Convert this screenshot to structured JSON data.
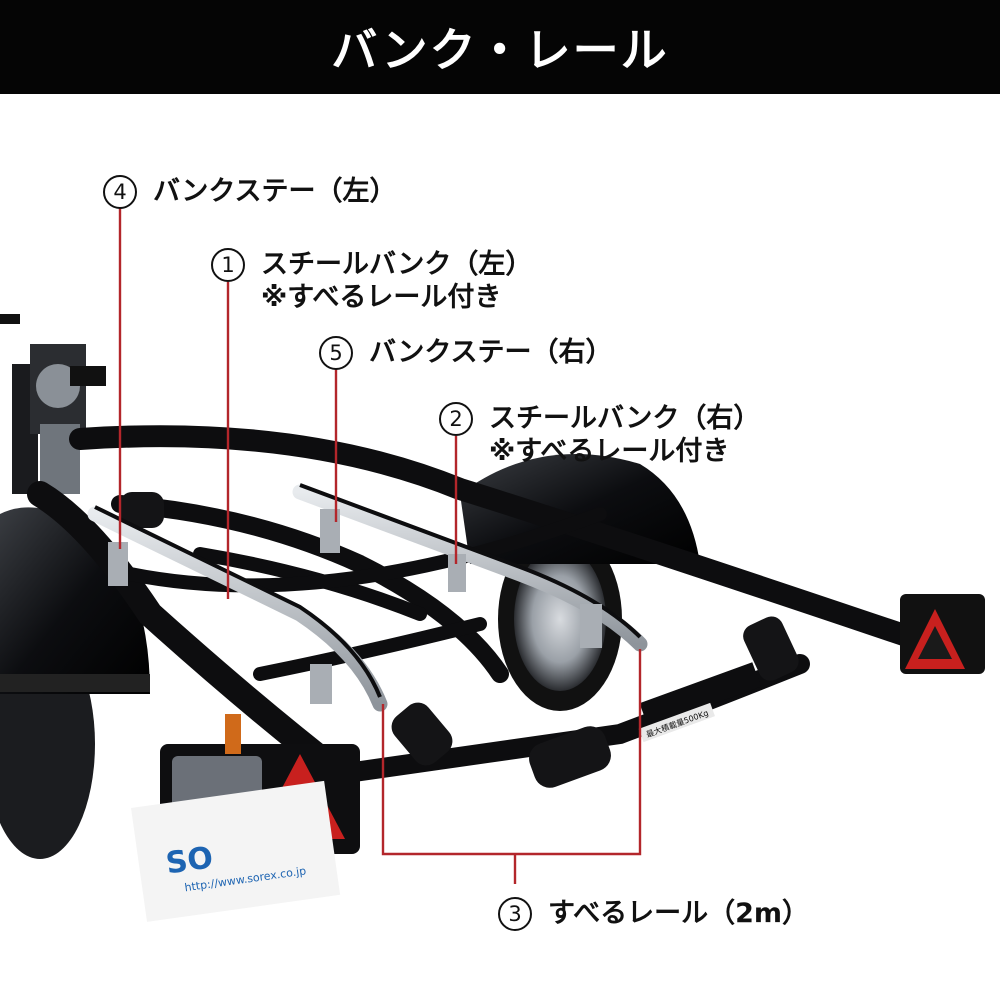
{
  "header": {
    "title": "バンク・レール"
  },
  "callouts": {
    "c4": {
      "number": "4",
      "text": "バンクステー（左）"
    },
    "c1": {
      "number": "1",
      "line1": "スチールバンク（左）",
      "line2": "※すべるレール付き"
    },
    "c5": {
      "number": "5",
      "text": "バンクステー（右）"
    },
    "c2": {
      "number": "2",
      "line1": "スチールバンク（右）",
      "line2": "※すべるレール付き"
    },
    "c3": {
      "number": "3",
      "text": "すべるレール（2m）"
    }
  },
  "photo": {
    "plate_url": "http://www.sorex.co.jp",
    "plate_brand": "SO",
    "load_sticker": "最大積載量500Kg"
  },
  "colors": {
    "header_bg": "#050505",
    "leader": "#b3262b",
    "frame": "#0d0d0f",
    "rail": "#b9bec4"
  }
}
